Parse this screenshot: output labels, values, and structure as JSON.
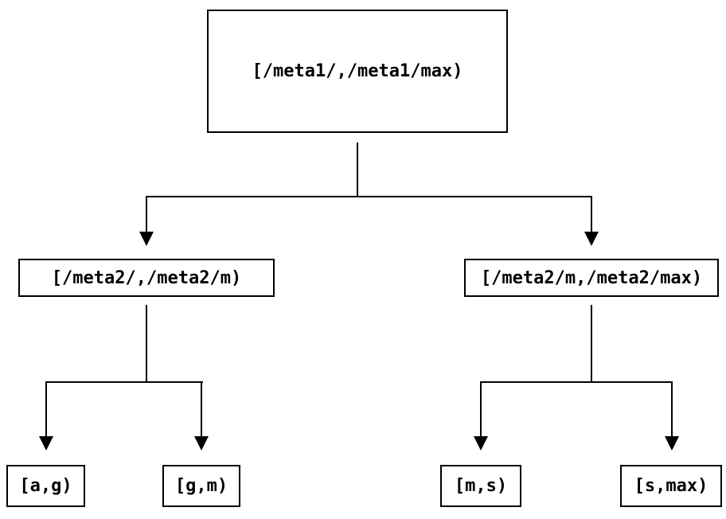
{
  "diagram": {
    "type": "tree",
    "colors": {
      "line": "#000000",
      "background": "#ffffff"
    },
    "nodes": {
      "root": {
        "label": "[/meta1/,/meta1/max)"
      },
      "left": {
        "label": "[/meta2/,/meta2/m)"
      },
      "right": {
        "label": "[/meta2/m,/meta2/max)"
      },
      "leaf_ag": {
        "label": "[a,g)"
      },
      "leaf_gm": {
        "label": "[g,m)"
      },
      "leaf_ms": {
        "label": "[m,s)"
      },
      "leaf_smax": {
        "label": "[s,max)"
      }
    },
    "edges": [
      {
        "from": "root",
        "to": "left"
      },
      {
        "from": "root",
        "to": "right"
      },
      {
        "from": "left",
        "to": "leaf_ag"
      },
      {
        "from": "left",
        "to": "leaf_gm"
      },
      {
        "from": "right",
        "to": "leaf_ms"
      },
      {
        "from": "right",
        "to": "leaf_smax"
      }
    ]
  }
}
